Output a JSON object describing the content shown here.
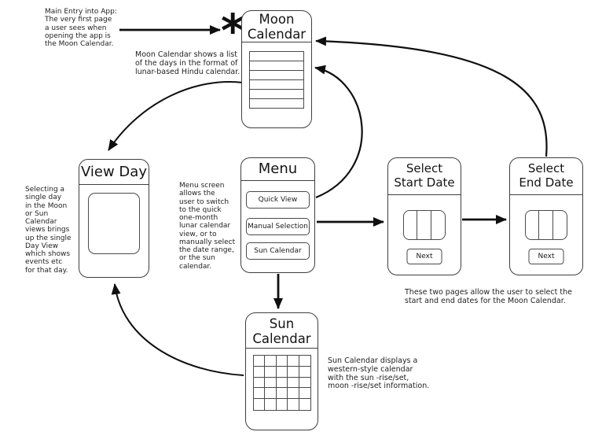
{
  "annotations": {
    "main_entry": "Main Entry into App:\nThe very first page\na user sees when\nopening the app is\nthe Moon Calendar.",
    "moon_note": "Moon Calendar shows a list\nof the days in the format of\nlunar-based Hindu calendar.",
    "view_day_note": "Selecting a\nsingle day\nin the Moon\nor Sun\nCalendar\nviews brings\nup the single\nDay View\nwhich shows\nevents etc\nfor that day.",
    "menu_note": "Menu screen\nallows the\nuser to switch\nto the quick\none-month\nlunar calendar\nview, or to\nmanually select\nthe date range,\nor the sun\ncalendar.",
    "dates_note": "These two pages allow the user to select the\nstart and end dates for the Moon Calendar.",
    "sun_note": "Sun Calendar displays a\nwestern-style calendar\nwith the sun -rise/set,\nmoon -rise/set information."
  },
  "screens": {
    "moon_calendar": {
      "title": "Moon\nCalendar"
    },
    "view_day": {
      "title": "View Day"
    },
    "menu": {
      "title": "Menu",
      "buttons": [
        "Quick View",
        "Manual Selection",
        "Sun Calendar"
      ]
    },
    "select_start_date": {
      "title": "Select\nStart Date",
      "next_label": "Next"
    },
    "select_end_date": {
      "title": "Select\nEnd Date",
      "next_label": "Next"
    },
    "sun_calendar": {
      "title": "Sun\nCalendar"
    }
  },
  "marker": {
    "entry_symbol": "*"
  },
  "colors": {
    "ink": "#0f0f0f",
    "screen_border": "#3f3f3f",
    "background": "#ffffff"
  }
}
